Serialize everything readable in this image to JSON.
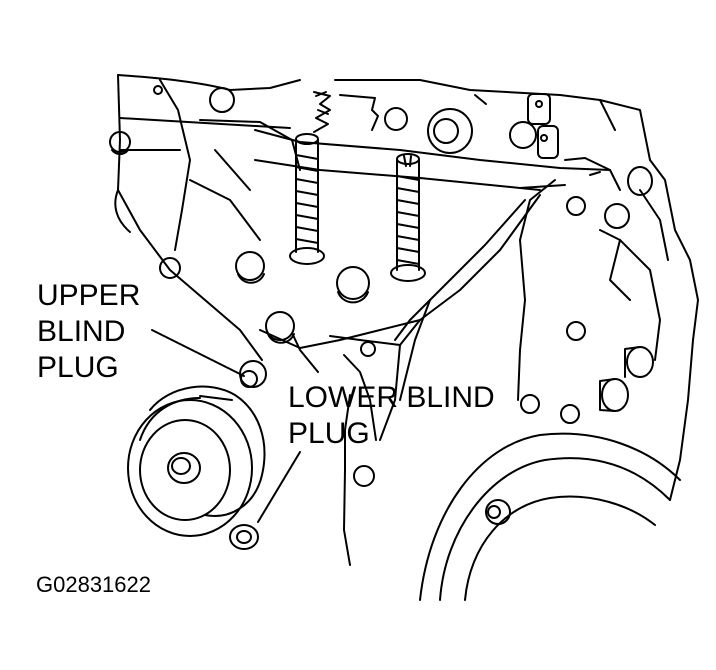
{
  "labels": {
    "upper_line1": "UPPER",
    "upper_line2": "BLIND",
    "upper_line3": "PLUG",
    "lower_line1": "LOWER BLIND",
    "lower_line2": "PLUG"
  },
  "figure_id": "G02831622",
  "colors": {
    "ink": "#000000",
    "paper": "#ffffff"
  }
}
